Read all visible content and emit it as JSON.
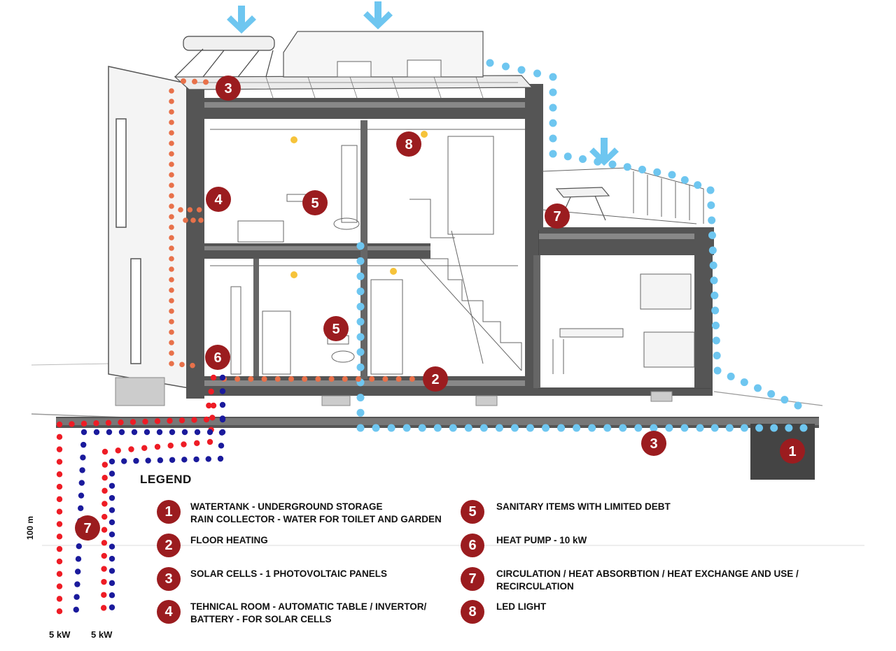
{
  "legend": {
    "title": "LEGEND",
    "items": [
      {
        "num": "1",
        "line1": "WATERTANK  - UNDERGROUND STORAGE",
        "line2": "RAIN COLLECTOR - WATER FOR TOILET AND GARDEN"
      },
      {
        "num": "2",
        "line1": "FLOOR HEATING",
        "line2": ""
      },
      {
        "num": "3",
        "line1": "SOLAR CELLS - 1   PHOTOVOLTAIC PANELS",
        "line2": ""
      },
      {
        "num": "4",
        "line1": "TEHNICAL ROOM  - AUTOMATIC TABLE / INVERTOR/",
        "line2": "BATTERY - FOR SOLAR CELLS"
      },
      {
        "num": "5",
        "line1": "SANITARY ITEMS WITH LIMITED DEBT",
        "line2": ""
      },
      {
        "num": "6",
        "line1": "HEAT PUMP - 10 kW",
        "line2": ""
      },
      {
        "num": "7",
        "line1": "CIRCULATION / HEAT ABSORBTION / HEAT EXCHANGE AND USE /",
        "line2": "RECIRCULATION"
      },
      {
        "num": "8",
        "line1": "LED LIGHT",
        "line2": ""
      }
    ]
  },
  "markers": [
    "1",
    "2",
    "3",
    "3",
    "4",
    "5",
    "5",
    "6",
    "7",
    "7",
    "8"
  ],
  "borehole": {
    "depth_label": "100 m",
    "power_left": "5 kW",
    "power_right": "5 kW"
  },
  "colors": {
    "badge": "#9b1c1f",
    "rain_dots": "#6ec6f0",
    "heat_dots": "#e8714a",
    "supply_red": "#ee1c25",
    "return_blue": "#1a1a9c",
    "structure": "#4a4a4a"
  }
}
